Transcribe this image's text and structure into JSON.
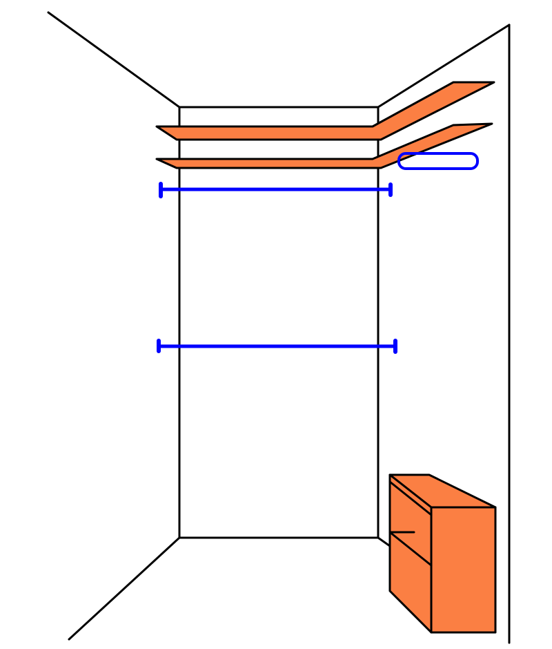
{
  "colors": {
    "background": "#ffffff",
    "outline": "#000000",
    "shelf_fill": "#fb7f43",
    "rod": "#0000ff"
  },
  "diagram": {
    "description_visible_text": "",
    "elements": [
      "back-wall",
      "ceiling-edges",
      "floor-edges",
      "upper-corner-shelf",
      "lower-corner-shelf",
      "upper-hanging-rod",
      "lower-hanging-rod",
      "side-hanger-bar",
      "shoe-cabinet"
    ]
  }
}
